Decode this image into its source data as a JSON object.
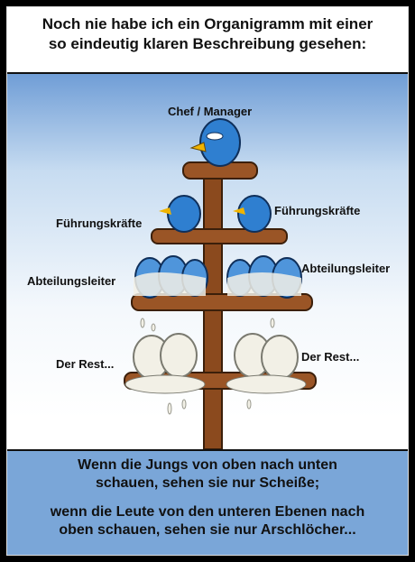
{
  "title_line1": "Noch nie habe ich ein Organigramm mit einer",
  "title_line2": "so eindeutig klaren Beschreibung gesehen:",
  "labels": {
    "chef": "Chef / Manager",
    "fuehrung_left": "Führungskräfte",
    "fuehrung_right": "Führungskräfte",
    "abteilung_left": "Abteilungsleiter",
    "abteilung_right": "Abteilungsleiter",
    "rest_left": "Der Rest...",
    "rest_right": "Der Rest..."
  },
  "bottom": {
    "line1": "Wenn die Jungs von oben nach unten",
    "line2": "schauen, sehen sie nur Scheiße;",
    "line3": "wenn die Leute von den unteren Ebenen nach",
    "line4": "oben schauen, sehen sie nur Arschlöcher..."
  },
  "colors": {
    "bird_blue": "#2f7fd0",
    "wood": "#8b4a1e",
    "poop": "#f2f0e6"
  }
}
